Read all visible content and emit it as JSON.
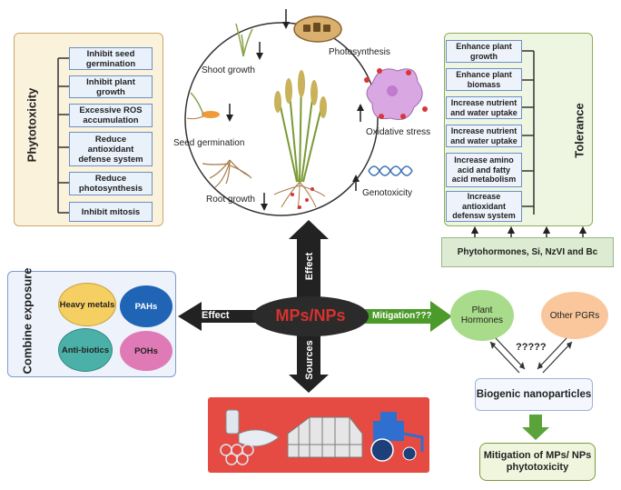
{
  "phytotoxicity": {
    "title": "Phytotoxicity",
    "items": [
      "Inhibit seed germination",
      "Inhibit plant growth",
      "Excessive ROS accumulation",
      "Reduce antioxidant defense system",
      "Reduce photosynthesis",
      "Inhibit mitosis"
    ]
  },
  "tolerance": {
    "title": "Tolerance",
    "items": [
      "Enhance plant growth",
      "Enhance plant biomass",
      "Increase nutrient and water uptake",
      "Increase nutrient and water uptake",
      "Increase amino acid and fatty acid metabolism",
      "Increase antioxidant defensw system"
    ]
  },
  "phyto_inputs": "Phytohormones, Si, NzVI and Bc",
  "cycle_labels": {
    "shoot": "Shoot growth",
    "photo": "Photosynthesis",
    "seed": "Seed germination",
    "oxidative": "Oxidative stress",
    "root": "Root growth",
    "geno": "Genotoxicity"
  },
  "center": {
    "label": "MPs/NPs",
    "effect_up": "Effect",
    "effect_left": "Effect",
    "sources": "Sources",
    "mitigation": "Mitigation???"
  },
  "combine": {
    "title": "Combine exposure",
    "items": [
      {
        "label": "Heavy metals",
        "color": "#f6cf63"
      },
      {
        "label": "PAHs",
        "color": "#1f64b5"
      },
      {
        "label": "Anti-biotics",
        "color": "#4bb0a8"
      },
      {
        "label": "POHs",
        "color": "#e07ab7"
      }
    ]
  },
  "hormones": {
    "plant": "Plant Hormones",
    "other": "Other PGRs",
    "question": "?????"
  },
  "biogenic": "Biogenic nanoparticles",
  "mitigation_result": "Mitigation of MPs/ NPs phytotoxicity"
}
